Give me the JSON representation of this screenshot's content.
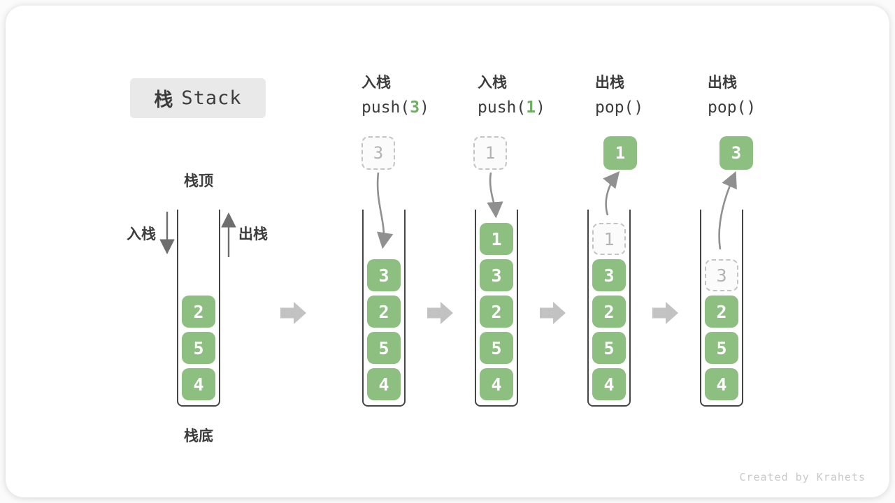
{
  "title": {
    "zh": "栈",
    "en": "Stack"
  },
  "labels": {
    "stack_top": "栈顶",
    "stack_bottom": "栈底",
    "push_side": "入栈",
    "pop_side": "出栈"
  },
  "watermark": "Created by Krahets",
  "colors": {
    "cell_green": "#8cbf80",
    "arg_green": "#70ad63",
    "text_dark": "#3c3c3c",
    "ghost_border": "#c4c4c4",
    "ghost_text": "#b3b3b3",
    "block_arrow_gray": "#c2c2c2",
    "curve_arrow_gray": "#909090",
    "title_bg": "#e9e9e9"
  },
  "steps": [
    {
      "name": "initial",
      "cells": [
        "2",
        "5",
        "4"
      ]
    },
    {
      "name": "push-3",
      "op_zh": "入栈",
      "op_pre": "push(",
      "op_arg": "3",
      "op_post": ")",
      "floating_value": "3",
      "cells": [
        "3",
        "2",
        "5",
        "4"
      ]
    },
    {
      "name": "push-1",
      "op_zh": "入栈",
      "op_pre": "push(",
      "op_arg": "1",
      "op_post": ")",
      "floating_value": "1",
      "cells": [
        "1",
        "3",
        "2",
        "5",
        "4"
      ]
    },
    {
      "name": "pop-1",
      "op_zh": "出栈",
      "op_pre": "pop(",
      "op_arg": "",
      "op_post": ")",
      "floating_value": "1",
      "ghost_value": "1",
      "cells": [
        "3",
        "2",
        "5",
        "4"
      ]
    },
    {
      "name": "pop-3",
      "op_zh": "出栈",
      "op_pre": "pop(",
      "op_arg": "",
      "op_post": ")",
      "floating_value": "3",
      "ghost_value": "3",
      "cells": [
        "2",
        "5",
        "4"
      ]
    }
  ]
}
